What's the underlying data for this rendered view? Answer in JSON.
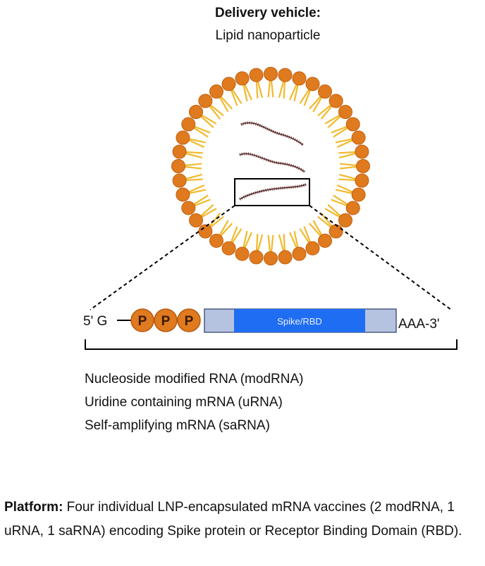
{
  "header": {
    "title": "Delivery vehicle:",
    "subtitle": "Lipid nanoparticle"
  },
  "construct": {
    "five_prime": "5' G",
    "phosphate_label": "P",
    "phosphate_count": 3,
    "coding_label": "Spike/RBD",
    "three_prime": "AAA-3'"
  },
  "rna_types": [
    "Nucleoside modified RNA (modRNA)",
    "Uridine containing mRNA (uRNA)",
    "Self-amplifying mRNA (saRNA)"
  ],
  "platform": {
    "label": "Platform:",
    "text": " Four individual LNP-encapsulated mRNA vaccines (2 modRNA, 1 uRNA, 1 saRNA) encoding Spike protein or Receptor Binding Domain (RBD)."
  },
  "colors": {
    "lipid_head": "#e07a1f",
    "lipid_tail": "#f2b92c",
    "rna": "#5a2a2a",
    "phosphate": "#e07a1f",
    "utr": "#b6c3e0",
    "coding": "#1f6df2"
  }
}
